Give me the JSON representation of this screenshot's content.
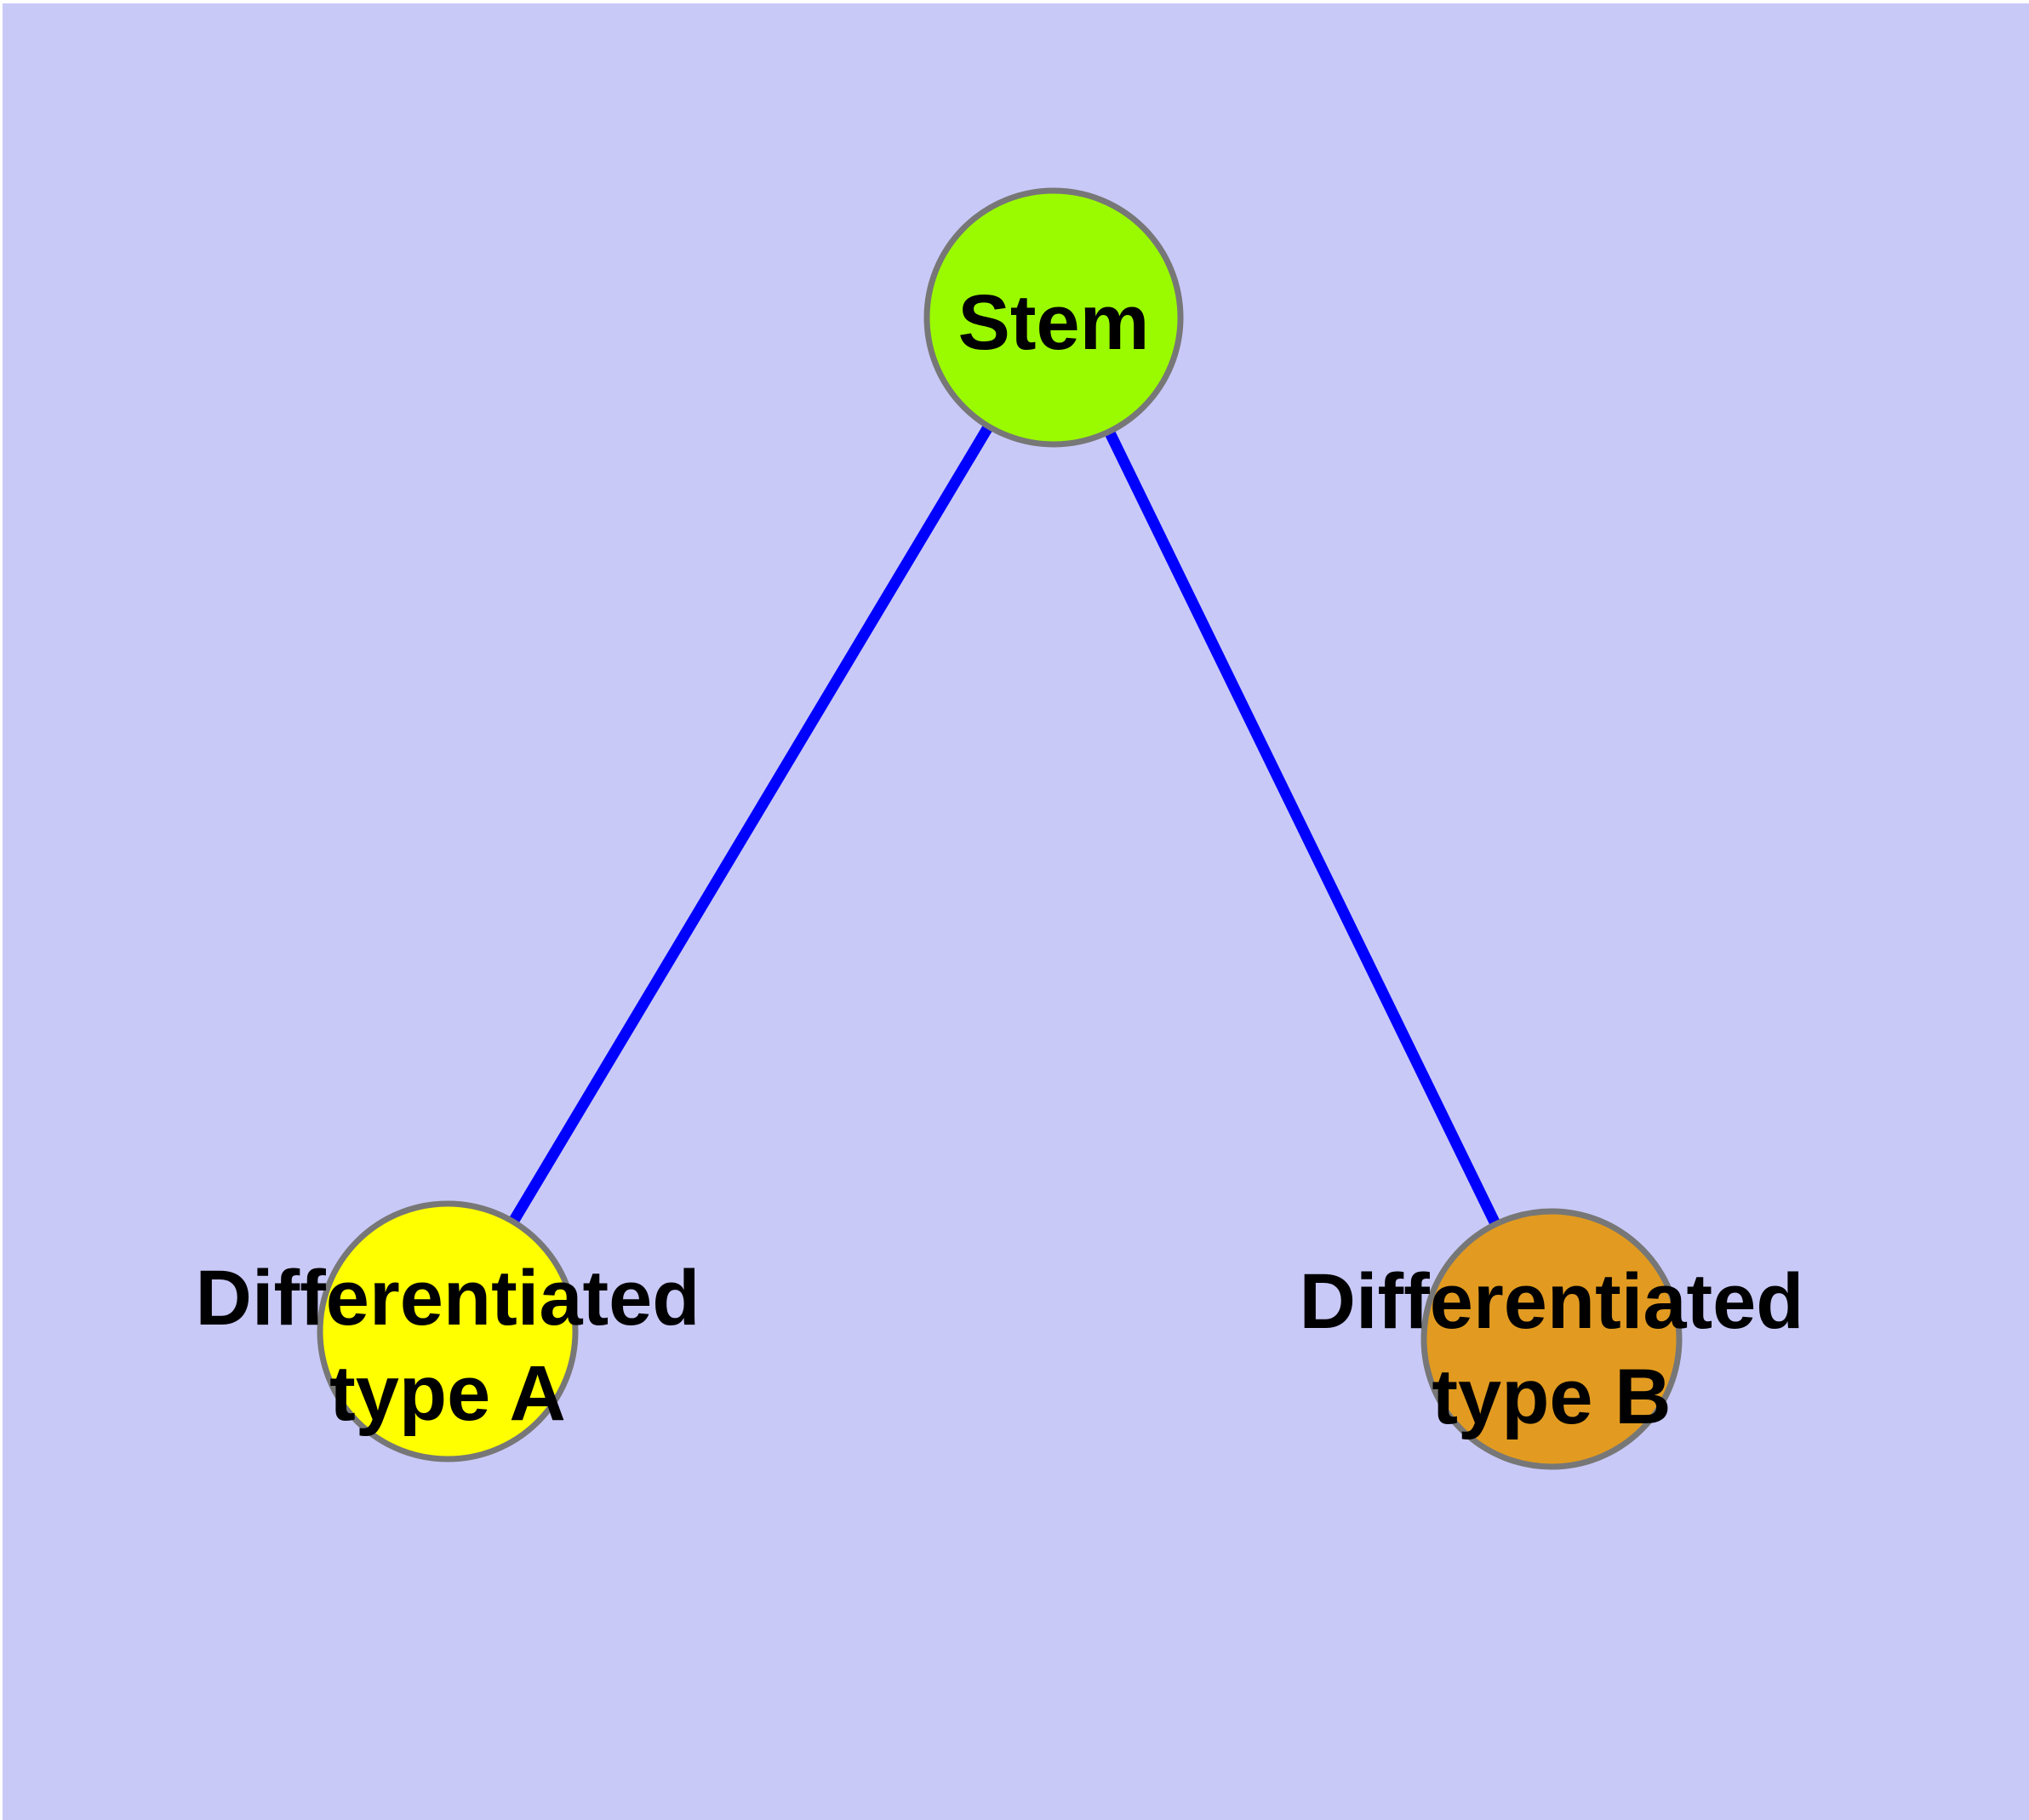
{
  "diagram": {
    "type": "graph",
    "description_visible_text_only": "Stem; Differentiated type A; Differentiated type B",
    "colors": {
      "page_margin": "#FFFFFF",
      "background": "#C9C9F8",
      "edge": "#0000FF",
      "node_border": "#777777",
      "label_text": "#000000"
    },
    "nodes": {
      "stem": {
        "label": "Stem",
        "color": "#9AFB00",
        "shape": "circle"
      },
      "type_a": {
        "label_line1": "Differentiated",
        "label_line2": "type A",
        "color": "#FFFF00",
        "shape": "circle"
      },
      "type_b": {
        "label_line1": "Differentiated",
        "label_line2": "type B",
        "color": "#E29B20",
        "shape": "circle"
      }
    },
    "edges": [
      {
        "from": "Stem",
        "to": "Differentiated type A"
      },
      {
        "from": "Stem",
        "to": "Differentiated type B"
      }
    ]
  }
}
